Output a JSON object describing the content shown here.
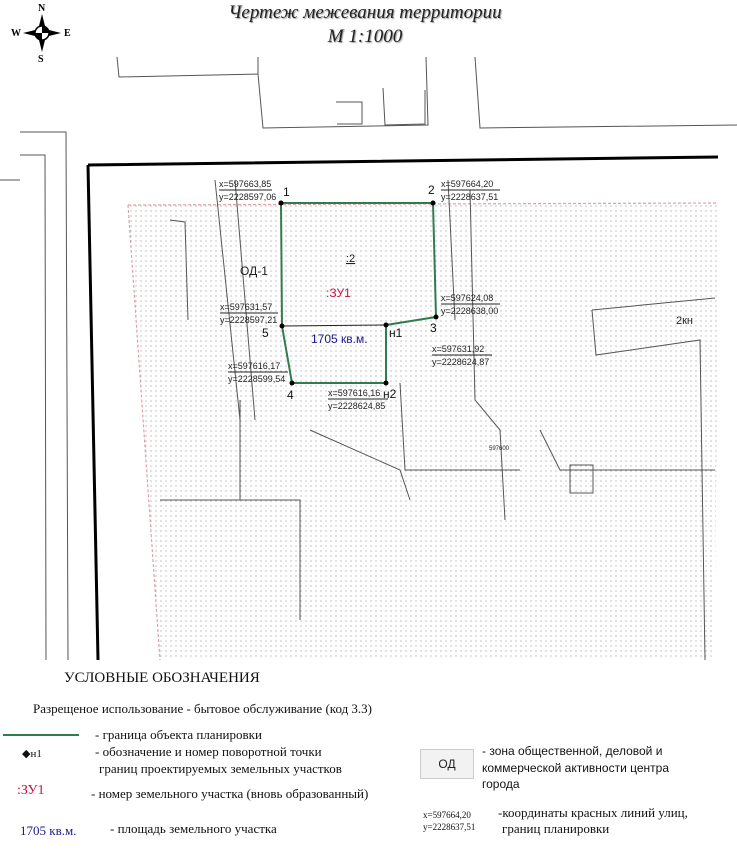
{
  "header": {
    "title": "Чертеж межевания территории",
    "scale": "М 1:1000"
  },
  "compass": {
    "n": "N",
    "s": "S",
    "w": "W",
    "e": "E"
  },
  "map": {
    "zone_label": "ОД-1",
    "zone2_label": "2кн",
    "parcel_label": ":ЗУ1",
    "parcel_number": ":2",
    "area": "1705 кв.м.",
    "mark_597600": "597600",
    "points": [
      {
        "id": "1",
        "x": "x=597663,85",
        "y": "y=2228597,06"
      },
      {
        "id": "2",
        "x": "x=597664,20",
        "y": "y=2228637,51"
      },
      {
        "id": "3",
        "x": "x=597624,08",
        "y": "y=2228638,00"
      },
      {
        "id": "н1",
        "x": "x=597631,92",
        "y": "y=2228624,87"
      },
      {
        "id": "н2",
        "x": "x=597616,16",
        "y": "y=2228624,85"
      },
      {
        "id": "4",
        "x": "x=597616,17",
        "y": "y=2228599,54"
      },
      {
        "id": "5",
        "x": "x=597631,57",
        "y": "y=2228597,21"
      }
    ]
  },
  "legend": {
    "title": "УСЛОВНЫЕ ОБОЗНАЧЕНИЯ",
    "usage": "Разрещеное использование - бытовое обслуживание (код 3.3)",
    "boundary": "- граница объекта планировки",
    "point_sample": "н1",
    "point_desc1": "- обозначение и номер поворотной  точки",
    "point_desc2": "границ проектируемых земельных участков",
    "parcel_sample": ":ЗУ1",
    "parcel_desc": "- номер земельного участка (вновь образованный)",
    "area_sample": "1705 кв.м.",
    "area_desc": "- площадь земельного участка",
    "zone_sample": "ОД",
    "zone_desc1": "- зона общественной, деловой и",
    "zone_desc2": "коммерческой   активности центра",
    "zone_desc3": "города",
    "coord_x": "x=597664,20",
    "coord_y": "y=2228637,51",
    "coord_desc1": "-координаты красных линий улиц,",
    "coord_desc2": "границ планировки"
  },
  "colors": {
    "boundary": "#2e7d4f",
    "red_line": "#e0a0a8",
    "parcel": "#d01040",
    "area": "#1a1a8c"
  }
}
